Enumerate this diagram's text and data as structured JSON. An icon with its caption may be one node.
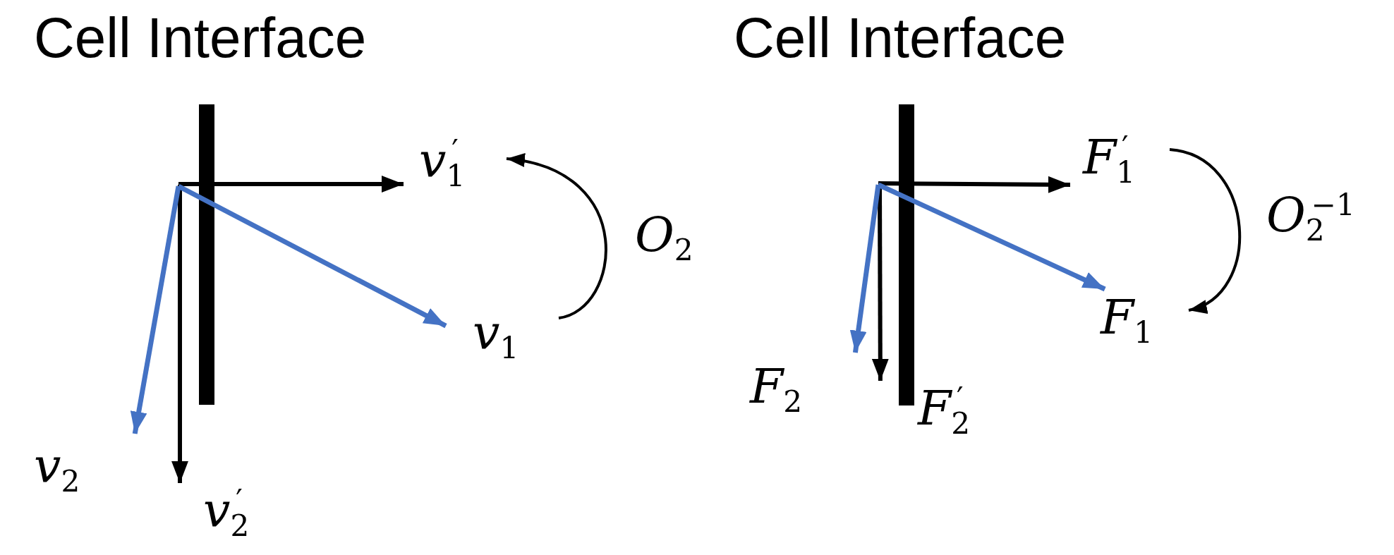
{
  "diagram": {
    "nodes": [
      {
        "text": [
          "*v*$_{1}$$^{′}$"
        ]
      },
      {
        "text": [
          "*v*$_{1}$"
        ]
      },
      {
        "text": [
          "*v*$_{2}$"
        ]
      },
      {
        "text": [
          "*v*$_{2}$$^{′}$"
        ]
      },
      {
        "text": [
          "*F*$_{1}$$^{′}$"
        ]
      },
      {
        "text": [
          "*F*$_{1}$"
        ]
      },
      {
        "text": [
          "*F*$_{2}$"
        ]
      },
      {
        "text": [
          "*F*$_{2}$$^{′}$"
        ]
      },
      {
        "text": [],
        "shape": "bar"
      },
      {
        "text": [],
        "shape": "bar"
      }
    ],
    "edges": [
      {
        "from": null,
        "to": 0,
        "arrow": "to"
      },
      {
        "from": null,
        "to": 1,
        "arrow": "to",
        "color": "#4472c4"
      },
      {
        "from": null,
        "to": 2,
        "arrow": "to",
        "color": "#4472c4"
      },
      {
        "from": null,
        "to": 3,
        "arrow": "to"
      },
      {
        "from": 1,
        "to": 0,
        "arrow": "to",
        "label": "*O*$_{2}$"
      },
      {
        "from": null,
        "to": 4,
        "arrow": "to"
      },
      {
        "from": null,
        "to": 5,
        "arrow": "to",
        "color": "#4472c4"
      },
      {
        "from": null,
        "to": 6,
        "arrow": "to",
        "color": "#4472c4"
      },
      {
        "from": null,
        "to": 7,
        "arrow": "to"
      },
      {
        "from": 4,
        "to": 5,
        "arrow": "to",
        "label": "*O*$_{2}$$^{−1}$"
      }
    ],
    "labels": [
      "Cell Interface",
      "Cell Interface"
    ]
  }
}
